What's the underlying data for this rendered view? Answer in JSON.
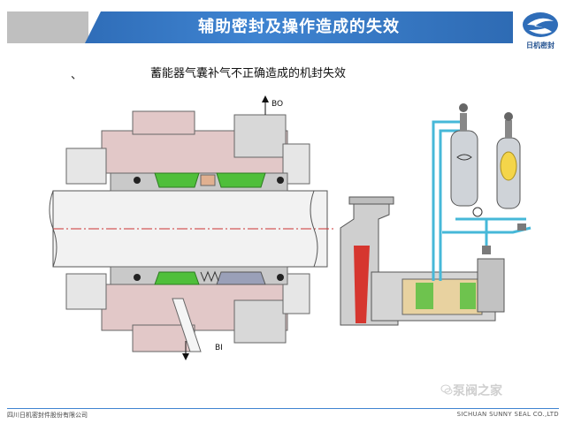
{
  "header": {
    "title": "辅助密封及操作造成的失效",
    "logo_text": "日机密封"
  },
  "subtitle": {
    "mark": "、",
    "text": "蓄能器气囊补气不正确造成的机封失效"
  },
  "labels": {
    "bo": "BO",
    "bi": "BI"
  },
  "watermark": {
    "text": "泵阀之家"
  },
  "footer": {
    "left": "四川日机密封件股份有限公司",
    "right": "SICHUAN SUNNY SEAL CO.,LTD"
  },
  "colors": {
    "accent": "#3f84d1",
    "seal_green": "#4fbf3a",
    "housing_pink": "#d9bcbc",
    "pipe_cyan": "#46b8d8"
  }
}
